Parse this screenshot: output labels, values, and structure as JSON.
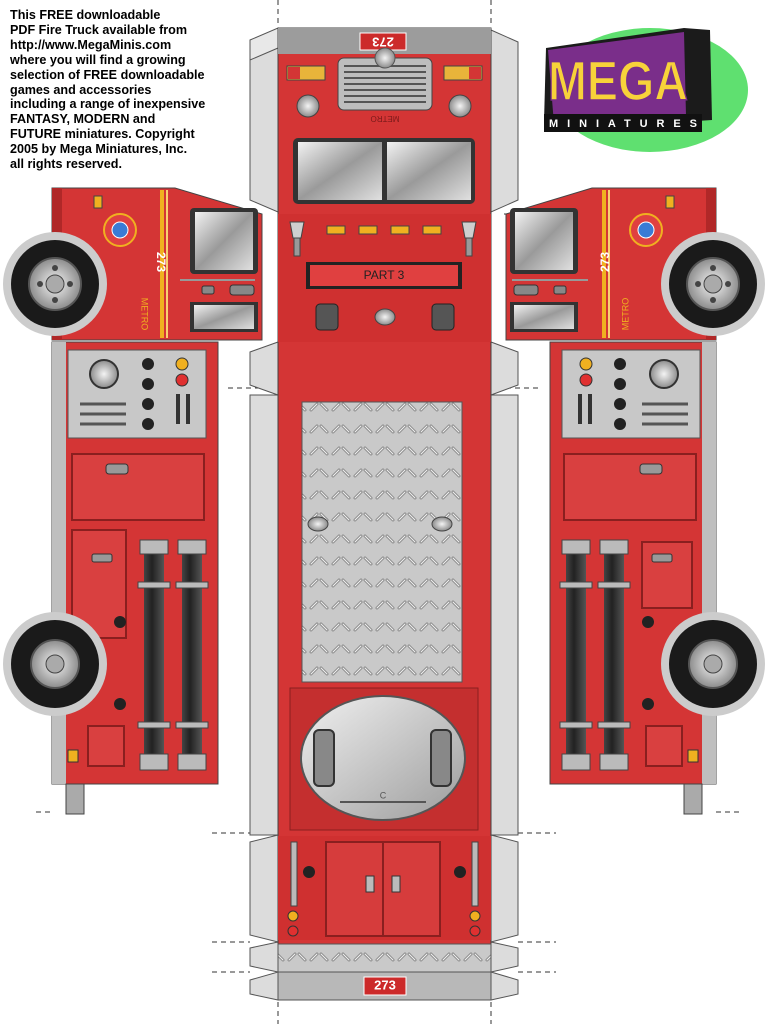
{
  "notice": {
    "text": "This FREE downloadable\nPDF Fire Truck available from\nhttp://www.MegaMinis.com\nwhere you will find a growing\nselection of FREE downloadable\ngames and accessories\nincluding a range of inexpensive\nFANTASY, MODERN and\nFUTURE miniatures.   Copyright\n2005 by Mega Miniatures, Inc.\nall rights reserved."
  },
  "logo": {
    "main": "MEGA",
    "sub": "MINIATURES"
  },
  "truck": {
    "unit_number": "273",
    "company": "METRO",
    "part_label": "PART 3",
    "tank_letter": "C"
  },
  "colors": {
    "body_red": "#d43535",
    "dark_red": "#b02828",
    "tab_gray": "#dcdcdc",
    "metal": "#bdbdbd",
    "logo_green": "#5fe070",
    "logo_yellow": "#f7d23a",
    "logo_purple": "#7a2e8a"
  }
}
